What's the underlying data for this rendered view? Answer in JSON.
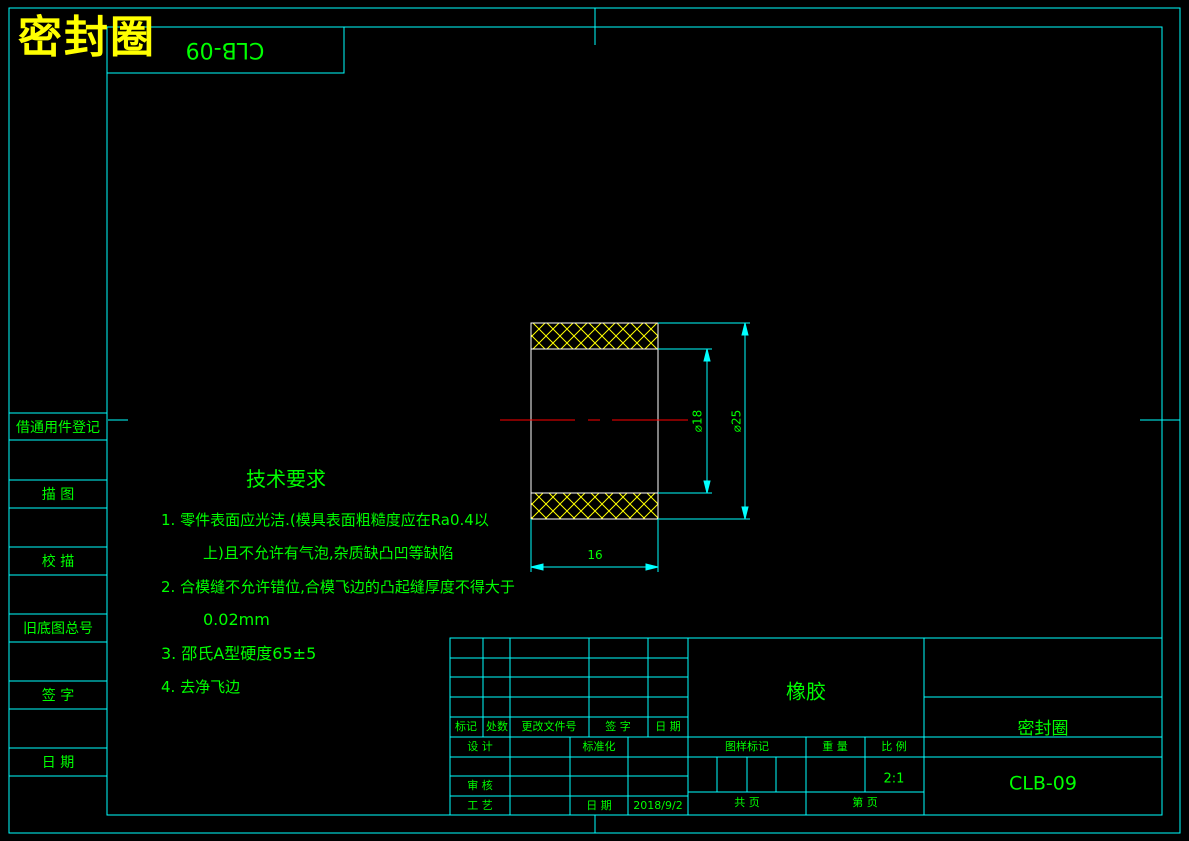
{
  "overlay_title": "密封圈",
  "drawing_number_rotated": "CLB-09",
  "side_column": [
    "借通用件登记",
    "描 图",
    "校 描",
    "旧底图总号",
    "签 字",
    "日 期"
  ],
  "tech_requirements": {
    "title": "技术要求",
    "lines": [
      "1. 零件表面应光洁.(模具表面粗糙度应在Ra0.4以",
      "上)且不允许有气泡,杂质缺凸凹等缺陷",
      "2. 合模缝不允许错位,合模飞边的凸起缝厚度不得大于",
      "0.02mm",
      "3. 邵氏A型硬度65±5",
      "4. 去净飞边"
    ]
  },
  "dimensions": {
    "inner_diameter": "⌀18",
    "outer_diameter": "⌀25",
    "length": "16"
  },
  "title_block": {
    "material": "橡胶",
    "part_name": "密封圈",
    "drawing_number": "CLB-09",
    "rev_header": [
      "标记",
      "处数",
      "更改文件号",
      "签 字",
      "日 期"
    ],
    "design": "设 计",
    "standardization": "标准化",
    "review": "审 核",
    "process": "工 艺",
    "date_label": "日 期",
    "date_value": "2018/9/2",
    "stage_mark": "图样标记",
    "weight": "重 量",
    "scale": "比 例",
    "scale_value": "2:1",
    "total_pages": "共    页",
    "page_no": "第    页"
  },
  "colors": {
    "frame": "#00ffff",
    "text": "#00ff00",
    "overlay": "#ffff00",
    "hatch": "#ffff00",
    "centerline": "#ff0000"
  }
}
